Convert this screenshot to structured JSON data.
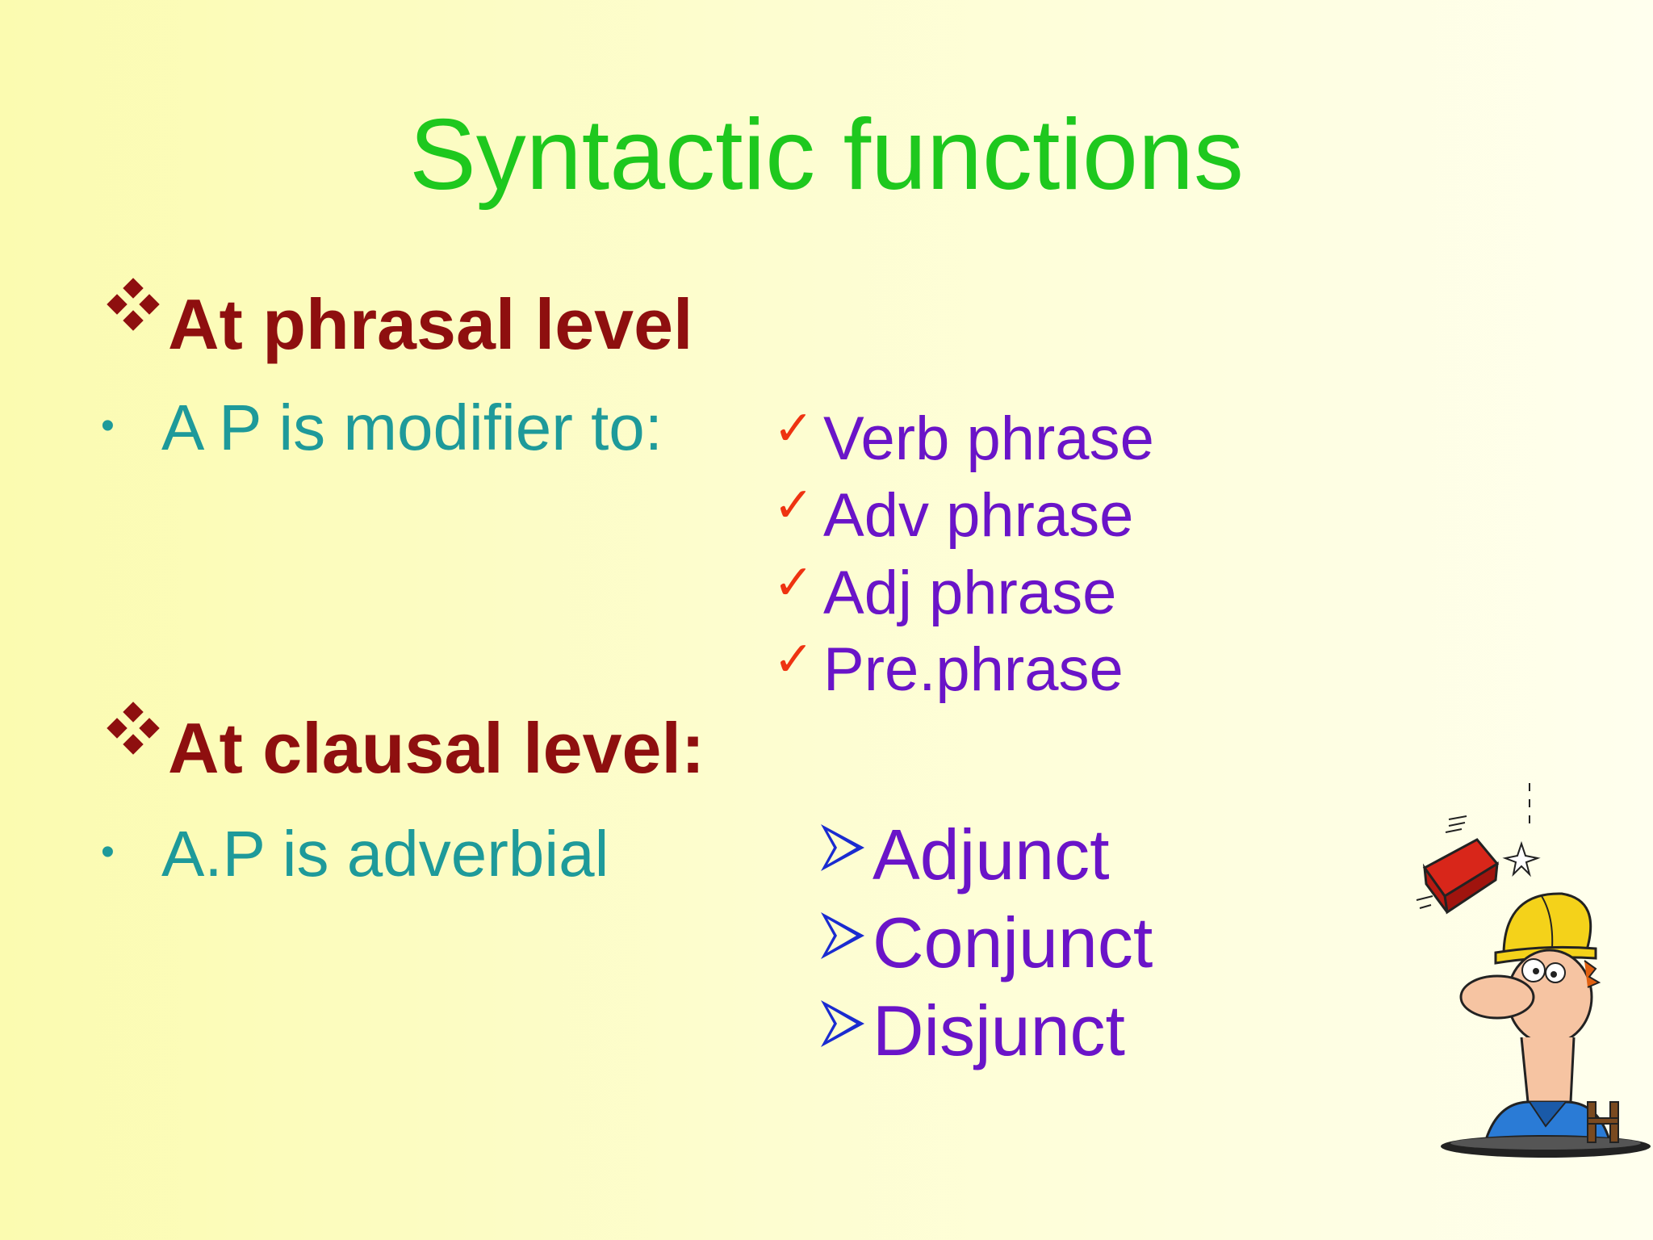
{
  "slide": {
    "title": "Syntactic functions",
    "sections": [
      {
        "heading": "At phrasal level",
        "bullet": "A P is modifier to:",
        "checklist": [
          "Verb phrase",
          "Adv phrase",
          "Adj phrase",
          "Pre.phrase"
        ]
      },
      {
        "heading": "At clausal level:",
        "bullet": "A.P is adverbial",
        "arrowlist": [
          "Adjunct",
          "Conjunct",
          "Disjunct"
        ]
      }
    ],
    "colors": {
      "title": "#1ec81e",
      "heading": "#8e0f0f",
      "bullet_text": "#1e9a9a",
      "list_text": "#6a14c8",
      "check": "#ee3311",
      "arrow": "#1a2bd0"
    },
    "icons": {
      "section_marker": "four-diamond-icon",
      "checklist_marker": "checkmark-icon",
      "arrowlist_marker": "arrow-bullet-icon",
      "illustration": "worker-brick-cartoon"
    }
  }
}
